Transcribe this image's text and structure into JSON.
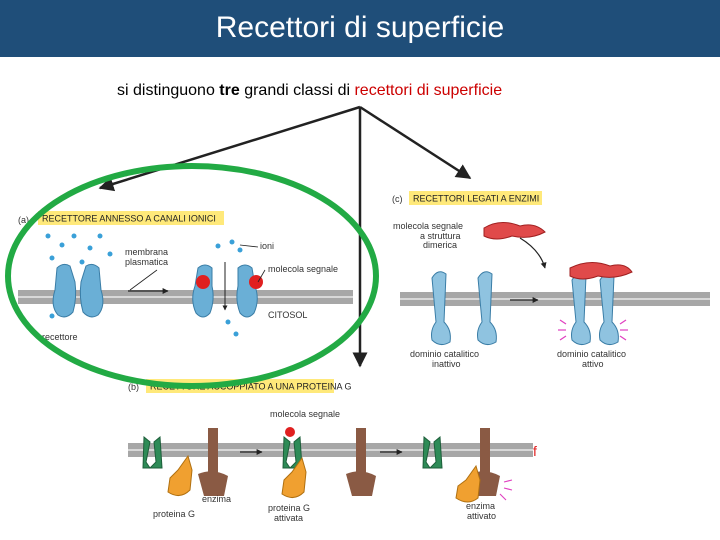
{
  "header": {
    "title": "Recettori di superficie"
  },
  "intro": {
    "part1": "si distinguono ",
    "part2": "tre",
    "part3": " grandi classi di ",
    "part4": "recettori di superficie"
  },
  "panel_a": {
    "letter": "(a)",
    "heading": "RECETTORE ANNESSO A CANALI IONICI",
    "membrane_label_1": "membrana",
    "membrane_label_2": "plasmatica",
    "ions_label": "ioni",
    "signal_label": "molecola segnale",
    "cytosol_label": "CITOSOL",
    "receptor_label": "recettore"
  },
  "panel_b": {
    "letter": "(b)",
    "heading": "RECETTORE ACCOPPIATO A UNA PROTEINA G",
    "signal_label": "molecola segnale",
    "g_protein_label": "proteina G",
    "enzyme_label": "enzima",
    "g_protein_active_1": "proteina G",
    "g_protein_active_2": "attivata",
    "enzyme_active_1": "enzima",
    "enzyme_active_2": "attivato"
  },
  "panel_c": {
    "letter": "(c)",
    "heading": "RECETTORI LEGATI A ENZIMI",
    "signal_1": "molecola segnale",
    "signal_2": "a struttura",
    "signal_3": "dimerica",
    "inactive_1": "dominio catalitico",
    "inactive_2": "inattivo",
    "active_1": "dominio catalitico",
    "active_2": "attivo"
  },
  "colors": {
    "title_bg": "#1f4e79",
    "highlight_ellipse": "#22aa44",
    "label_highlight": "#ffe97a",
    "receptor_blue": "#6aafd6",
    "signal_red": "#e02020",
    "membrane_grey": "#9a9a9a"
  }
}
